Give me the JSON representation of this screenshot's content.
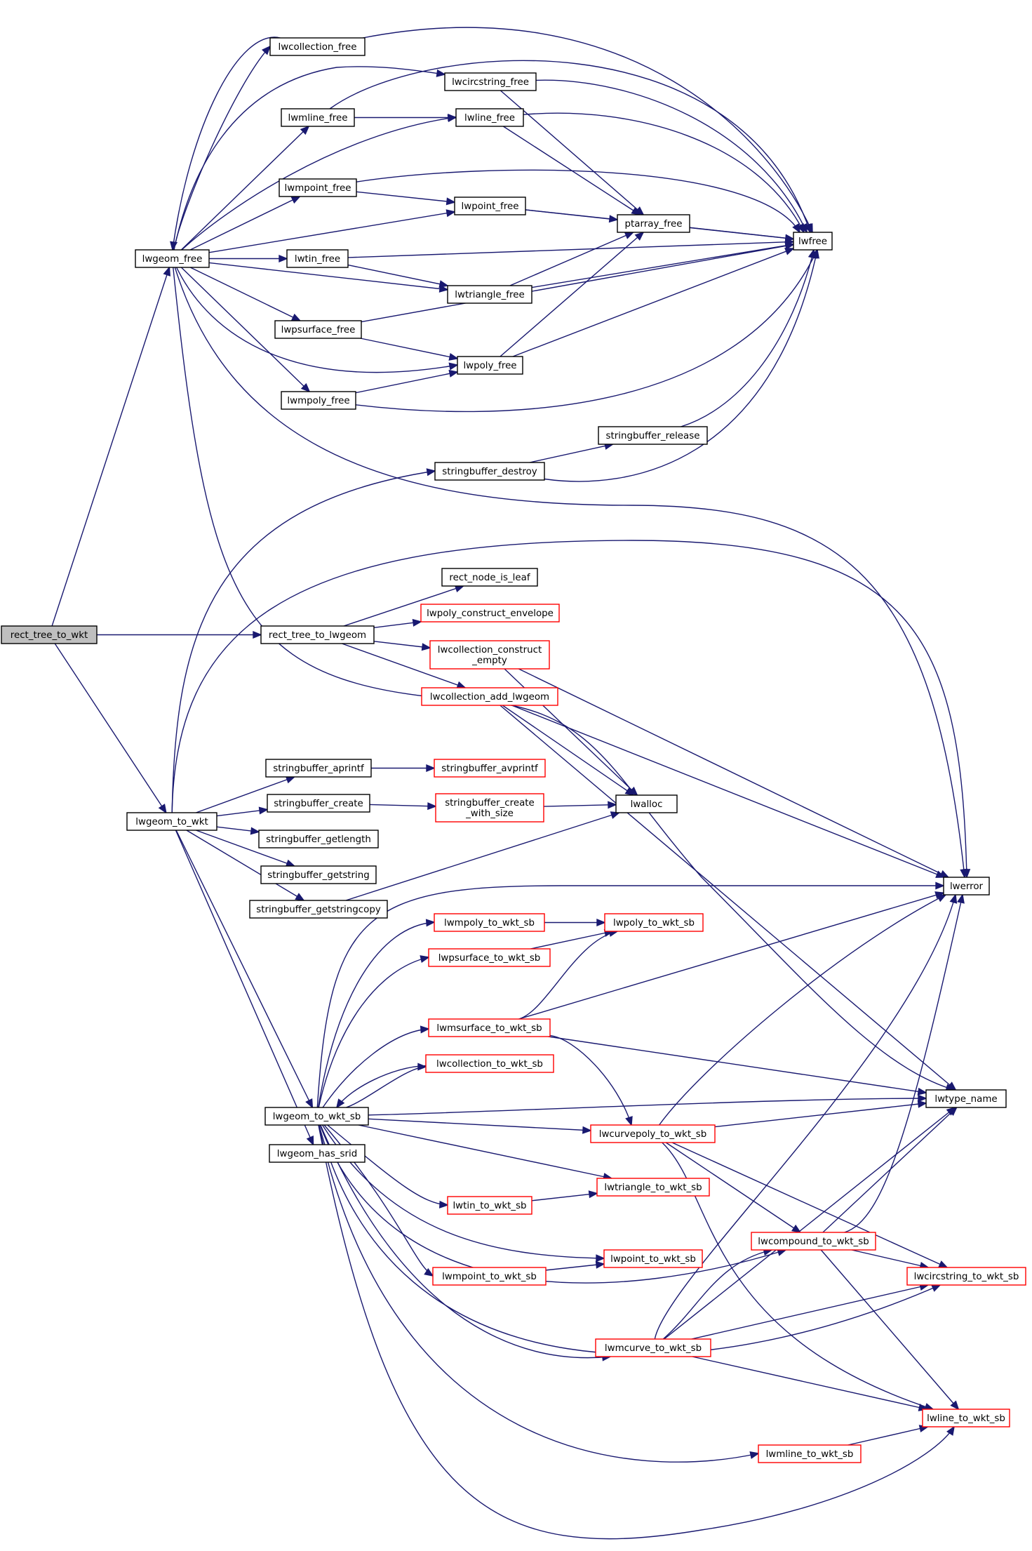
{
  "colors": {
    "edge": "#191970",
    "node_border": "#000000",
    "node_border_external": "#ff0000",
    "root_fill": "#bfbfbf",
    "node_fill": "#ffffff"
  },
  "nodes": [
    {
      "id": "rect_tree_to_wkt",
      "label": "rect_tree_to_wkt",
      "root": true
    },
    {
      "id": "lwgeom_free",
      "label": "lwgeom_free"
    },
    {
      "id": "lwcollection_free",
      "label": "lwcollection_free"
    },
    {
      "id": "lwcircstring_free",
      "label": "lwcircstring_free"
    },
    {
      "id": "lwmline_free",
      "label": "lwmline_free"
    },
    {
      "id": "lwline_free",
      "label": "lwline_free"
    },
    {
      "id": "lwmpoint_free",
      "label": "lwmpoint_free"
    },
    {
      "id": "lwpoint_free",
      "label": "lwpoint_free"
    },
    {
      "id": "ptarray_free",
      "label": "ptarray_free"
    },
    {
      "id": "lwfree",
      "label": "lwfree"
    },
    {
      "id": "lwtin_free",
      "label": "lwtin_free"
    },
    {
      "id": "lwtriangle_free",
      "label": "lwtriangle_free"
    },
    {
      "id": "lwpsurface_free",
      "label": "lwpsurface_free"
    },
    {
      "id": "lwpoly_free",
      "label": "lwpoly_free"
    },
    {
      "id": "lwmpoly_free",
      "label": "lwmpoly_free"
    },
    {
      "id": "stringbuffer_release",
      "label": "stringbuffer_release"
    },
    {
      "id": "stringbuffer_destroy",
      "label": "stringbuffer_destroy"
    },
    {
      "id": "rect_node_is_leaf",
      "label": "rect_node_is_leaf"
    },
    {
      "id": "lwpoly_construct_envelope",
      "label": "lwpoly_construct_envelope",
      "external": true
    },
    {
      "id": "rect_tree_to_lwgeom",
      "label": "rect_tree_to_lwgeom"
    },
    {
      "id": "lwcollection_construct_empty",
      "label": [
        "lwcollection_construct",
        "_empty"
      ],
      "external": true
    },
    {
      "id": "lwcollection_add_lwgeom",
      "label": "lwcollection_add_lwgeom",
      "external": true
    },
    {
      "id": "stringbuffer_aprintf",
      "label": "stringbuffer_aprintf"
    },
    {
      "id": "stringbuffer_avprintf",
      "label": "stringbuffer_avprintf",
      "external": true
    },
    {
      "id": "stringbuffer_create",
      "label": "stringbuffer_create"
    },
    {
      "id": "stringbuffer_create_with_size",
      "label": [
        "stringbuffer_create",
        "_with_size"
      ],
      "external": true
    },
    {
      "id": "lwalloc",
      "label": "lwalloc"
    },
    {
      "id": "lwgeom_to_wkt",
      "label": "lwgeom_to_wkt"
    },
    {
      "id": "stringbuffer_getlength",
      "label": "stringbuffer_getlength"
    },
    {
      "id": "stringbuffer_getstring",
      "label": "stringbuffer_getstring"
    },
    {
      "id": "stringbuffer_getstringcopy",
      "label": "stringbuffer_getstringcopy"
    },
    {
      "id": "lwerror",
      "label": "lwerror"
    },
    {
      "id": "lwmpoly_to_wkt_sb",
      "label": "lwmpoly_to_wkt_sb",
      "external": true
    },
    {
      "id": "lwpoly_to_wkt_sb",
      "label": "lwpoly_to_wkt_sb",
      "external": true
    },
    {
      "id": "lwpsurface_to_wkt_sb",
      "label": "lwpsurface_to_wkt_sb",
      "external": true
    },
    {
      "id": "lwmsurface_to_wkt_sb",
      "label": "lwmsurface_to_wkt_sb",
      "external": true
    },
    {
      "id": "lwcollection_to_wkt_sb",
      "label": "lwcollection_to_wkt_sb",
      "external": true
    },
    {
      "id": "lwgeom_to_wkt_sb",
      "label": "lwgeom_to_wkt_sb"
    },
    {
      "id": "lwtype_name",
      "label": "lwtype_name"
    },
    {
      "id": "lwcurvepoly_to_wkt_sb",
      "label": "lwcurvepoly_to_wkt_sb",
      "external": true
    },
    {
      "id": "lwgeom_has_srid",
      "label": "lwgeom_has_srid"
    },
    {
      "id": "lwtriangle_to_wkt_sb",
      "label": "lwtriangle_to_wkt_sb",
      "external": true
    },
    {
      "id": "lwtin_to_wkt_sb",
      "label": "lwtin_to_wkt_sb",
      "external": true
    },
    {
      "id": "lwcompound_to_wkt_sb",
      "label": "lwcompound_to_wkt_sb",
      "external": true
    },
    {
      "id": "lwpoint_to_wkt_sb",
      "label": "lwpoint_to_wkt_sb",
      "external": true
    },
    {
      "id": "lwcircstring_to_wkt_sb",
      "label": "lwcircstring_to_wkt_sb",
      "external": true
    },
    {
      "id": "lwmpoint_to_wkt_sb",
      "label": "lwmpoint_to_wkt_sb",
      "external": true
    },
    {
      "id": "lwmcurve_to_wkt_sb",
      "label": "lwmcurve_to_wkt_sb",
      "external": true
    },
    {
      "id": "lwline_to_wkt_sb",
      "label": "lwline_to_wkt_sb",
      "external": true
    },
    {
      "id": "lwmline_to_wkt_sb",
      "label": "lwmline_to_wkt_sb",
      "external": true
    }
  ],
  "edges": [
    [
      "rect_tree_to_wkt",
      "lwgeom_free"
    ],
    [
      "rect_tree_to_wkt",
      "rect_tree_to_lwgeom"
    ],
    [
      "rect_tree_to_wkt",
      "lwgeom_to_wkt"
    ],
    [
      "lwgeom_free",
      "lwcollection_free"
    ],
    [
      "lwgeom_free",
      "lwcircstring_free"
    ],
    [
      "lwgeom_free",
      "lwmline_free"
    ],
    [
      "lwgeom_free",
      "lwline_free"
    ],
    [
      "lwgeom_free",
      "lwmpoint_free"
    ],
    [
      "lwgeom_free",
      "lwpoint_free"
    ],
    [
      "lwgeom_free",
      "lwtin_free"
    ],
    [
      "lwgeom_free",
      "lwtriangle_free"
    ],
    [
      "lwgeom_free",
      "lwpsurface_free"
    ],
    [
      "lwgeom_free",
      "lwpoly_free"
    ],
    [
      "lwgeom_free",
      "lwmpoly_free"
    ],
    [
      "lwgeom_free",
      "lwerror"
    ],
    [
      "lwgeom_free",
      "lwtype_name"
    ],
    [
      "lwcollection_free",
      "lwfree"
    ],
    [
      "lwcollection_free",
      "lwgeom_free"
    ],
    [
      "lwcircstring_free",
      "lwfree"
    ],
    [
      "lwcircstring_free",
      "ptarray_free"
    ],
    [
      "lwmline_free",
      "lwline_free"
    ],
    [
      "lwmline_free",
      "lwfree"
    ],
    [
      "lwline_free",
      "ptarray_free"
    ],
    [
      "lwline_free",
      "lwfree"
    ],
    [
      "lwmpoint_free",
      "lwpoint_free"
    ],
    [
      "lwmpoint_free",
      "lwfree"
    ],
    [
      "lwpoint_free",
      "ptarray_free"
    ],
    [
      "lwpoint_free",
      "lwfree"
    ],
    [
      "ptarray_free",
      "lwfree"
    ],
    [
      "lwtin_free",
      "lwtriangle_free"
    ],
    [
      "lwtin_free",
      "lwfree"
    ],
    [
      "lwtriangle_free",
      "ptarray_free"
    ],
    [
      "lwtriangle_free",
      "lwfree"
    ],
    [
      "lwpsurface_free",
      "lwpoly_free"
    ],
    [
      "lwpsurface_free",
      "lwfree"
    ],
    [
      "lwpoly_free",
      "ptarray_free"
    ],
    [
      "lwpoly_free",
      "lwfree"
    ],
    [
      "lwmpoly_free",
      "lwpoly_free"
    ],
    [
      "lwmpoly_free",
      "lwfree"
    ],
    [
      "stringbuffer_release",
      "lwfree"
    ],
    [
      "stringbuffer_destroy",
      "stringbuffer_release"
    ],
    [
      "stringbuffer_destroy",
      "lwfree"
    ],
    [
      "rect_tree_to_lwgeom",
      "rect_node_is_leaf"
    ],
    [
      "rect_tree_to_lwgeom",
      "lwpoly_construct_envelope"
    ],
    [
      "rect_tree_to_lwgeom",
      "lwcollection_construct_empty"
    ],
    [
      "rect_tree_to_lwgeom",
      "lwcollection_add_lwgeom"
    ],
    [
      "lwcollection_construct_empty",
      "lwalloc"
    ],
    [
      "lwcollection_construct_empty",
      "lwerror"
    ],
    [
      "lwcollection_add_lwgeom",
      "lwalloc"
    ],
    [
      "lwcollection_add_lwgeom",
      "lwerror"
    ],
    [
      "lwcollection_add_lwgeom",
      "lwtype_name"
    ],
    [
      "stringbuffer_aprintf",
      "stringbuffer_avprintf"
    ],
    [
      "stringbuffer_create",
      "stringbuffer_create_with_size"
    ],
    [
      "stringbuffer_create_with_size",
      "lwalloc"
    ],
    [
      "stringbuffer_getstringcopy",
      "lwalloc"
    ],
    [
      "lwgeom_to_wkt",
      "stringbuffer_destroy"
    ],
    [
      "lwgeom_to_wkt",
      "lwerror"
    ],
    [
      "lwgeom_to_wkt",
      "stringbuffer_aprintf"
    ],
    [
      "lwgeom_to_wkt",
      "stringbuffer_create"
    ],
    [
      "lwgeom_to_wkt",
      "stringbuffer_getlength"
    ],
    [
      "lwgeom_to_wkt",
      "stringbuffer_getstring"
    ],
    [
      "lwgeom_to_wkt",
      "stringbuffer_getstringcopy"
    ],
    [
      "lwgeom_to_wkt",
      "lwgeom_to_wkt_sb"
    ],
    [
      "lwgeom_to_wkt",
      "lwgeom_has_srid"
    ],
    [
      "lwgeom_to_wkt_sb",
      "lwerror"
    ],
    [
      "lwgeom_to_wkt_sb",
      "lwmpoly_to_wkt_sb"
    ],
    [
      "lwgeom_to_wkt_sb",
      "lwpsurface_to_wkt_sb"
    ],
    [
      "lwgeom_to_wkt_sb",
      "lwmsurface_to_wkt_sb"
    ],
    [
      "lwgeom_to_wkt_sb",
      "lwcollection_to_wkt_sb"
    ],
    [
      "lwgeom_to_wkt_sb",
      "lwtype_name"
    ],
    [
      "lwgeom_to_wkt_sb",
      "lwcurvepoly_to_wkt_sb"
    ],
    [
      "lwgeom_to_wkt_sb",
      "lwtriangle_to_wkt_sb"
    ],
    [
      "lwgeom_to_wkt_sb",
      "lwtin_to_wkt_sb"
    ],
    [
      "lwgeom_to_wkt_sb",
      "lwpoint_to_wkt_sb"
    ],
    [
      "lwgeom_to_wkt_sb",
      "lwmpoint_to_wkt_sb"
    ],
    [
      "lwgeom_to_wkt_sb",
      "lwcompound_to_wkt_sb"
    ],
    [
      "lwgeom_to_wkt_sb",
      "lwcircstring_to_wkt_sb"
    ],
    [
      "lwgeom_to_wkt_sb",
      "lwmcurve_to_wkt_sb"
    ],
    [
      "lwgeom_to_wkt_sb",
      "lwline_to_wkt_sb"
    ],
    [
      "lwgeom_to_wkt_sb",
      "lwmline_to_wkt_sb"
    ],
    [
      "lwmpoly_to_wkt_sb",
      "lwpoly_to_wkt_sb"
    ],
    [
      "lwpsurface_to_wkt_sb",
      "lwpoly_to_wkt_sb"
    ],
    [
      "lwmsurface_to_wkt_sb",
      "lwpoly_to_wkt_sb"
    ],
    [
      "lwmsurface_to_wkt_sb",
      "lwerror"
    ],
    [
      "lwmsurface_to_wkt_sb",
      "lwtype_name"
    ],
    [
      "lwmsurface_to_wkt_sb",
      "lwcurvepoly_to_wkt_sb"
    ],
    [
      "lwcollection_to_wkt_sb",
      "lwgeom_to_wkt_sb"
    ],
    [
      "lwcurvepoly_to_wkt_sb",
      "lwerror"
    ],
    [
      "lwcurvepoly_to_wkt_sb",
      "lwtype_name"
    ],
    [
      "lwcurvepoly_to_wkt_sb",
      "lwcompound_to_wkt_sb"
    ],
    [
      "lwcurvepoly_to_wkt_sb",
      "lwcircstring_to_wkt_sb"
    ],
    [
      "lwcurvepoly_to_wkt_sb",
      "lwline_to_wkt_sb"
    ],
    [
      "lwtin_to_wkt_sb",
      "lwtriangle_to_wkt_sb"
    ],
    [
      "lwmpoint_to_wkt_sb",
      "lwpoint_to_wkt_sb"
    ],
    [
      "lwcompound_to_wkt_sb",
      "lwerror"
    ],
    [
      "lwcompound_to_wkt_sb",
      "lwtype_name"
    ],
    [
      "lwcompound_to_wkt_sb",
      "lwcircstring_to_wkt_sb"
    ],
    [
      "lwcompound_to_wkt_sb",
      "lwline_to_wkt_sb"
    ],
    [
      "lwmcurve_to_wkt_sb",
      "lwerror"
    ],
    [
      "lwmcurve_to_wkt_sb",
      "lwtype_name"
    ],
    [
      "lwmcurve_to_wkt_sb",
      "lwcompound_to_wkt_sb"
    ],
    [
      "lwmcurve_to_wkt_sb",
      "lwcircstring_to_wkt_sb"
    ],
    [
      "lwmcurve_to_wkt_sb",
      "lwline_to_wkt_sb"
    ],
    [
      "lwmline_to_wkt_sb",
      "lwline_to_wkt_sb"
    ]
  ]
}
